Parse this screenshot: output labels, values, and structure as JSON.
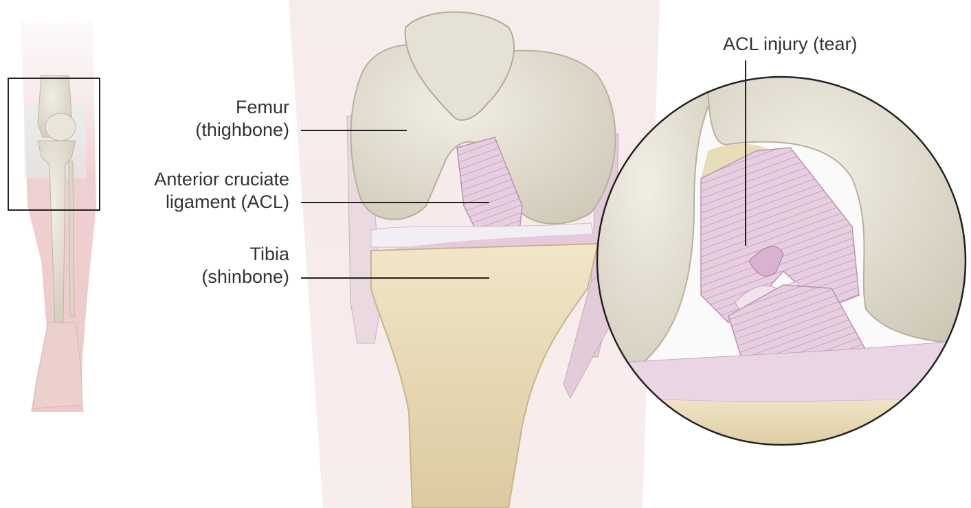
{
  "labels": {
    "femur": {
      "line1": "Femur",
      "line2": "(thighbone)"
    },
    "acl": {
      "line1": "Anterior cruciate",
      "line2": "ligament (ACL)"
    },
    "tibia": {
      "line1": "Tibia",
      "line2": "(shinbone)"
    },
    "injury": {
      "text": "ACL injury (tear)"
    }
  },
  "colors": {
    "bone": "#e8e4d8",
    "bone_shadow": "#cfc8b6",
    "tibia": "#efe2c1",
    "ligament": "#e6cde0",
    "skin": "#f3dede",
    "line": "#222222"
  }
}
